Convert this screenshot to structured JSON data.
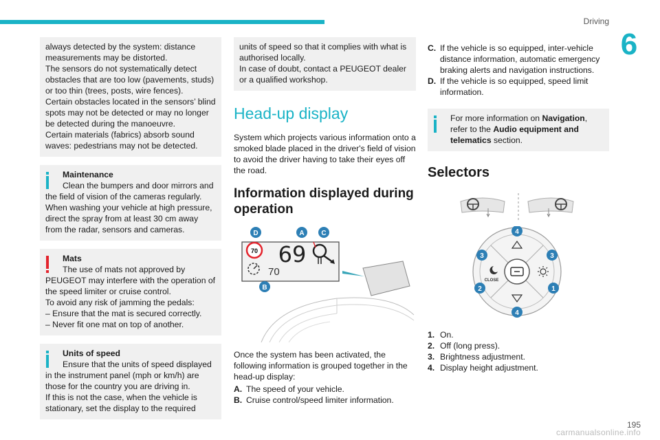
{
  "header": {
    "section": "Driving",
    "chapter": "6",
    "page": "195",
    "watermark": "carmanualsonline.info"
  },
  "col1": {
    "box1": [
      "always detected by the system: distance measurements may be distorted.",
      "The sensors do not systematically detect obstacles that are too low (pavements, studs) or too thin (trees, posts, wire fences).",
      "Certain obstacles located in the sensors’ blind spots may not be detected or may no longer be detected during the manoeuvre.",
      "Certain materials (fabrics) absorb sound waves: pedestrians may not be detected."
    ],
    "maintenance": {
      "title": "Maintenance",
      "first": "Clean the bumpers and door mirrors and",
      "rest": "the field of vision of the cameras regularly.",
      "extra": "When washing your vehicle at high pressure, direct the spray from at least 30 cm away from the radar, sensors and cameras."
    },
    "mats": {
      "title": "Mats",
      "first": "The use of mats not approved by",
      "rest": "PEUGEOT may interfere with the operation of the speed limiter or cruise control.",
      "l2": "To avoid any risk of jamming the pedals:",
      "l3": "–  Ensure that the mat is secured correctly.",
      "l4": "–  Never fit one mat on top of another."
    },
    "units": {
      "title": "Units of speed",
      "first": "Ensure that the units of speed displayed",
      "rest": "in the instrument panel (mph or km/h) are those for the country you are driving in.",
      "l2": "If this is not the case, when the vehicle is stationary, set the display to the required"
    }
  },
  "col2": {
    "box": [
      "units of speed so that it complies with what is authorised locally.",
      "In case of doubt, contact a PEUGEOT dealer or a qualified workshop."
    ],
    "heading": "Head-up display",
    "intro": "System which projects various information onto a smoked blade placed in the driver's field of vision to avoid the driver having to take their eyes off the road.",
    "subheading": "Information displayed during operation",
    "figure": {
      "speed": "69",
      "limit_sign": "70",
      "cruise_value": "70",
      "callouts": {
        "a": "A",
        "b": "B",
        "c": "C",
        "d": "D"
      }
    },
    "after": "Once the system has been activated, the following information is grouped together in the head-up display:",
    "items": [
      {
        "label": "A.",
        "text": "The speed of your vehicle."
      },
      {
        "label": "B.",
        "text": "Cruise control/speed limiter information."
      }
    ]
  },
  "col3": {
    "items": [
      {
        "label": "C.",
        "text": "If the vehicle is so equipped, inter-vehicle distance information, automatic emergency braking alerts and navigation instructions."
      },
      {
        "label": "D.",
        "text": "If the vehicle is so equipped, speed limit information."
      }
    ],
    "info": {
      "a": "For more information on ",
      "b": "Navigation",
      "c": ", refer to the ",
      "d": "Audio equipment and telematics",
      "e": " section."
    },
    "heading": "Selectors",
    "knob": {
      "close_label": "CLOSE",
      "n1": "1",
      "n2": "2",
      "n3": "3",
      "n4": "4"
    },
    "list": [
      {
        "label": "1.",
        "text": "On."
      },
      {
        "label": "2.",
        "text": "Off (long press)."
      },
      {
        "label": "3.",
        "text": "Brightness adjustment."
      },
      {
        "label": "4.",
        "text": "Display height adjustment."
      }
    ]
  }
}
